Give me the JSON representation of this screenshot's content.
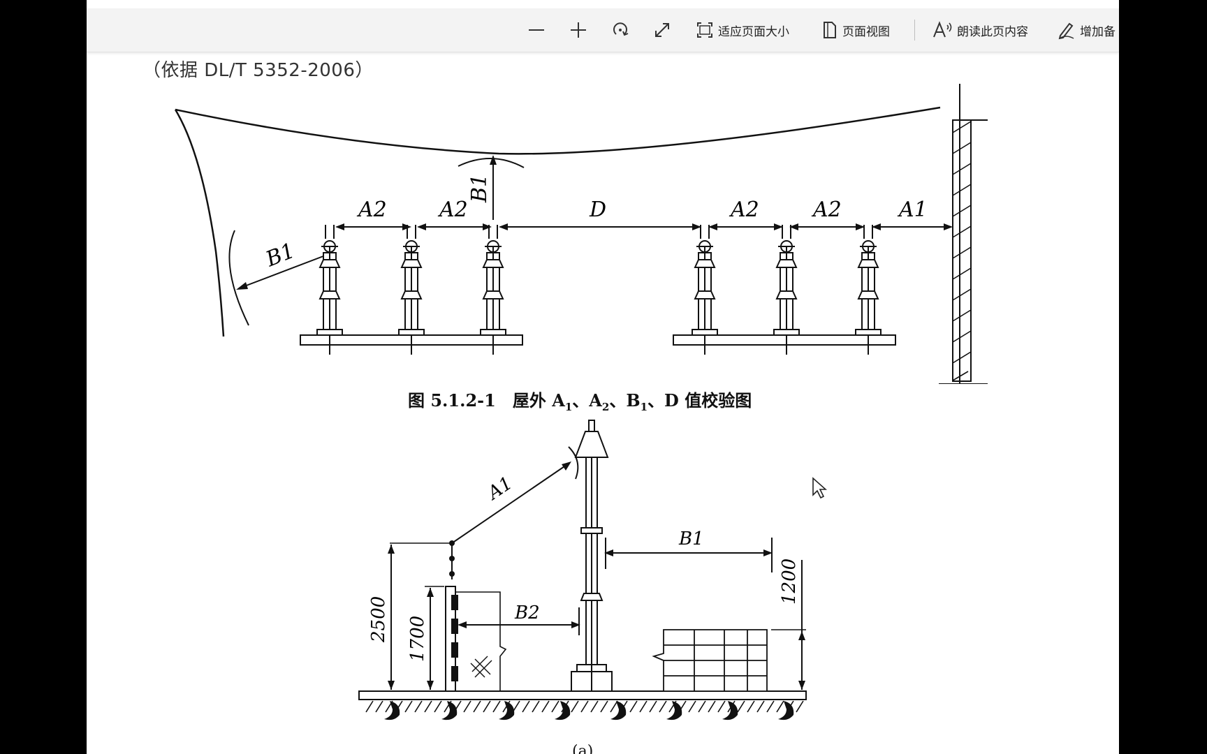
{
  "toolbar": {
    "zoom_out": "zoom-out",
    "zoom_in": "zoom-in",
    "rotate": "rotate",
    "fullscreen": "expand",
    "fit_page_label": "适应页面大小",
    "page_view_label": "页面视图",
    "read_aloud_label": "朗读此页内容",
    "add_note_label": "增加备"
  },
  "document": {
    "source": "（依据 DL/T 5352-2006）",
    "figure1": {
      "caption_prefix": "图 5.1.2-1　屋外 ",
      "caption_a1": "A",
      "caption_a1_sub": "1",
      "sep1": "、",
      "caption_a2": "A",
      "caption_a2_sub": "2",
      "sep2": "、",
      "caption_b1": "B",
      "caption_b1_sub": "1",
      "caption_suffix": "、D 值校验图",
      "labels": {
        "a2_1": "A2",
        "a2_2": "A2",
        "d": "D",
        "a2_3": "A2",
        "a2_4": "A2",
        "a1": "A1",
        "b1_left": "B1",
        "b1_top": "B1"
      }
    },
    "figure2": {
      "labels": {
        "a1": "A1",
        "b1": "B1",
        "b2": "B2",
        "dim_2500": "2500",
        "dim_1700": "1700",
        "dim_1200": "1200"
      },
      "sub_label": "(a)"
    }
  }
}
